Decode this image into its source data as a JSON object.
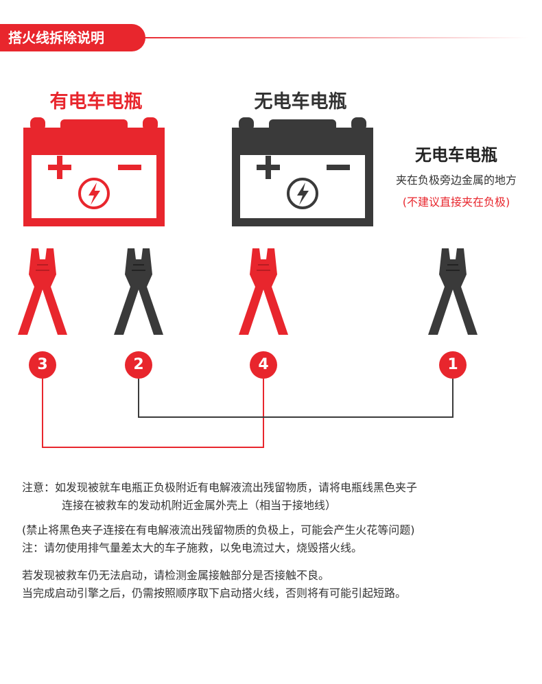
{
  "header": {
    "title": "搭火线拆除说明"
  },
  "colors": {
    "accent": "#e8262d",
    "dark": "#3a3a3a"
  },
  "batteries": [
    {
      "title": "有电车电瓶",
      "color": "#e8262d",
      "plus": "+",
      "minus": "−",
      "icon": "lightning-bolt-icon"
    },
    {
      "title": "无电车电瓶",
      "color": "#3a3a3a",
      "plus": "+",
      "minus": "−",
      "icon": "lightning-bolt-icon"
    }
  ],
  "side_note": {
    "title": "无电车电瓶",
    "line1": "夹在负极旁边金属的地方",
    "line2": "(不建议直接夹在负极)"
  },
  "clips": [
    {
      "number": "3",
      "color": "red"
    },
    {
      "number": "2",
      "color": "black"
    },
    {
      "number": "4",
      "color": "red"
    },
    {
      "number": "1",
      "color": "black"
    }
  ],
  "notes": {
    "n1": "注意：如发现被就车电瓶正负极附近有电解液流出残留物质，请将电瓶线黑色夹子",
    "n2": "连接在被救车的发动机附近金属外壳上（相当于接地线）",
    "n3": "(禁止将黑色夹子连接在有电解液流出残留物质的负极上，可能会产生火花等问题)",
    "n4": "注：请勿使用排气量差太大的车子施救，以免电流过大，烧毁搭火线。",
    "n5": "若发现被救车仍无法启动，请检测金属接触部分是否接触不良。",
    "n6": "当完成启动引擎之后，仍需按照顺序取下启动搭火线，否则将有可能引起短路。"
  }
}
